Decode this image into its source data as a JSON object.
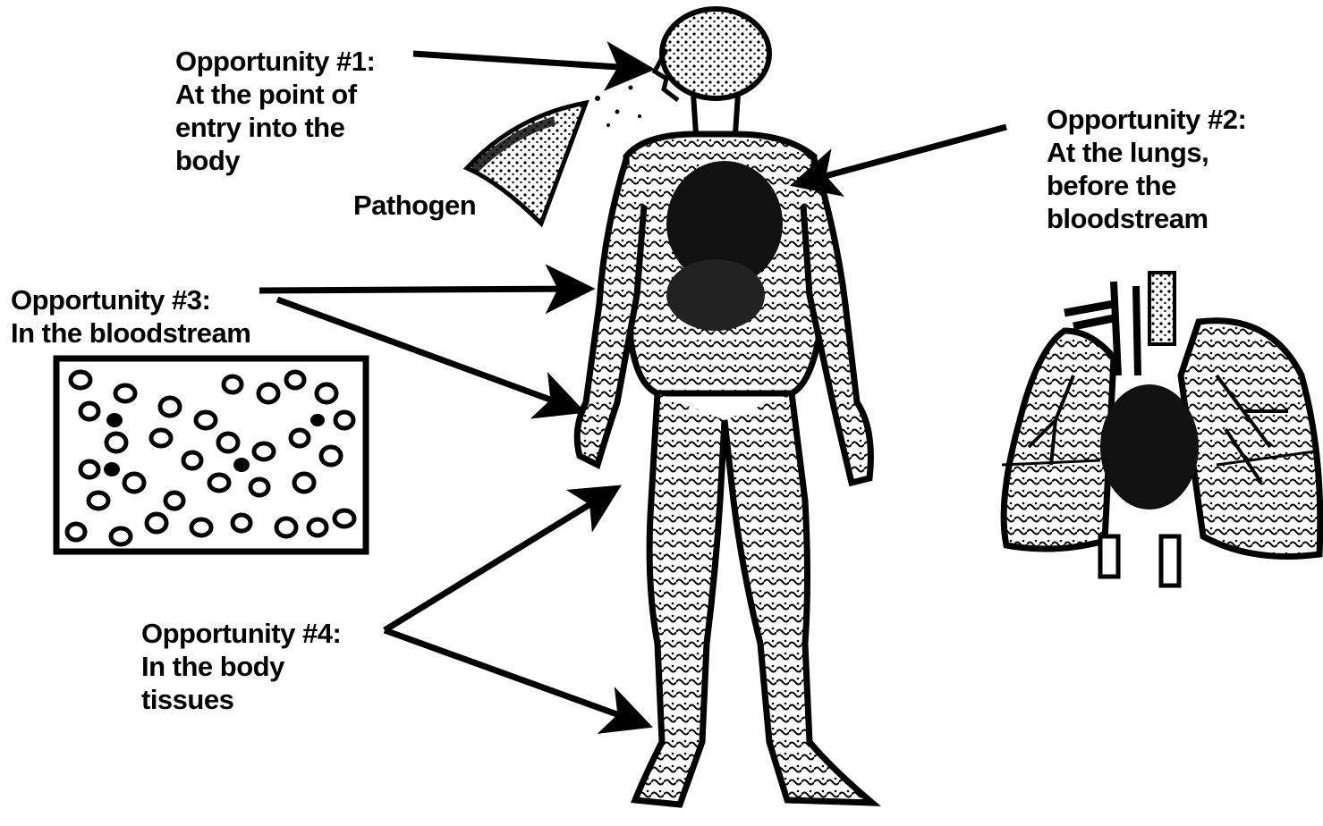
{
  "labels": {
    "opportunity1": {
      "title": "Opportunity #1:",
      "lines": [
        "At the point of",
        "entry into the",
        "body"
      ]
    },
    "opportunity2": {
      "title": "Opportunity #2:",
      "lines": [
        "At the lungs,",
        "before the",
        "bloodstream"
      ]
    },
    "opportunity3": {
      "title": "Opportunity #3:",
      "lines": [
        "In the bloodstream"
      ]
    },
    "opportunity4": {
      "title": "Opportunity #4:",
      "lines": [
        "In the body",
        "tissues"
      ]
    },
    "pathogen": "Pathogen"
  },
  "colors": {
    "ink": "#000000",
    "background": "#ffffff"
  },
  "icons": [
    "human-body-circulatory-figure",
    "pathogen-spray-cone",
    "blood-cells-panel",
    "lungs-heart-illustration"
  ]
}
